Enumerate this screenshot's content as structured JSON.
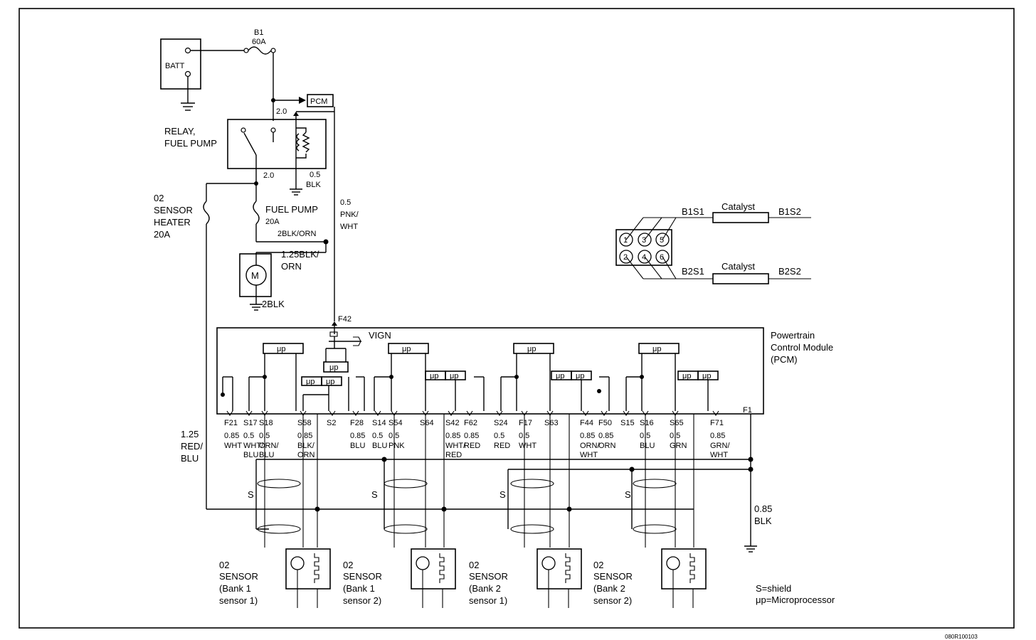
{
  "battery": {
    "label": "BATT"
  },
  "fuse_main": {
    "name": "B1",
    "rating": "60A"
  },
  "pcm_tag": "PCM",
  "relay": {
    "label_line1": "RELAY,",
    "label_line2": "FUEL PUMP",
    "wire_in": "2.0",
    "wire_out": "2.0",
    "ground_gauge": "0.5",
    "ground_color": "BLK"
  },
  "fuse_o2": {
    "line1": "02",
    "line2": "SENSOR",
    "line3": "HEATER",
    "line4": "20A"
  },
  "fuse_pump": {
    "line1": "FUEL PUMP",
    "line2": "20A",
    "wire": "2BLK/ORN"
  },
  "pnk_wire": {
    "gauge": "0.5",
    "color1": "PNK/",
    "color2": "WHT"
  },
  "motor": {
    "symbol": "M",
    "wire_in1": "1.25BLK/",
    "wire_in2": "ORN",
    "ground": "2BLK"
  },
  "catalyst_diagram": {
    "cylinders": [
      "1",
      "3",
      "5",
      "2",
      "4",
      "6"
    ],
    "top_left": "B1S1",
    "top_cat": "Catalyst",
    "top_right": "B1S2",
    "bottom_left": "B2S1",
    "bottom_cat": "Catalyst",
    "bottom_right": "B2S2"
  },
  "pcm": {
    "title1": "Powertrain",
    "title2": "Control Module",
    "title3": "(PCM)",
    "feed_pin": "F42",
    "ign_label": "VIGN",
    "ground_pin": "F1",
    "mp": "μp"
  },
  "pins": [
    {
      "id": "F21",
      "gauge": "0.85",
      "color": "WHT"
    },
    {
      "id": "S17",
      "gauge": "0.5",
      "color": "WHT/ BLU"
    },
    {
      "id": "S18",
      "gauge": "0.5",
      "color": "ORN/ BLU"
    },
    {
      "id": "S58",
      "gauge": "0.85",
      "color": "BLK/ ORN"
    },
    {
      "id": "S2",
      "gauge": "",
      "color": ""
    },
    {
      "id": "F28",
      "gauge": "0.85",
      "color": "BLU"
    },
    {
      "id": "S14",
      "gauge": "0.5",
      "color": "BLU"
    },
    {
      "id": "S54",
      "gauge": "0.5",
      "color": "PNK"
    },
    {
      "id": "S64",
      "gauge": "",
      "color": ""
    },
    {
      "id": "S42",
      "gauge": "0.85",
      "color": "WHT/ RED"
    },
    {
      "id": "F62",
      "gauge": "0.85",
      "color": "RED"
    },
    {
      "id": "S24",
      "gauge": "0.5",
      "color": "RED"
    },
    {
      "id": "F17",
      "gauge": "0.5",
      "color": "WHT"
    },
    {
      "id": "S63",
      "gauge": "",
      "color": ""
    },
    {
      "id": "F44",
      "gauge": "0.85",
      "color": "ORN/ WHT"
    },
    {
      "id": "F50",
      "gauge": "0.85",
      "color": "ORN"
    },
    {
      "id": "S15",
      "gauge": "",
      "color": ""
    },
    {
      "id": "S16",
      "gauge": "0.5",
      "color": "BLU"
    },
    {
      "id": "S65",
      "gauge": "0.5",
      "color": "GRN"
    },
    {
      "id": "F71",
      "gauge": "0.85",
      "color": "GRN/ WHT"
    }
  ],
  "heater_wire": {
    "gauge": "1.25",
    "color1": "RED/",
    "color2": "BLU"
  },
  "shield_mark": "S",
  "ground_wire": {
    "gauge": "0.85",
    "color": "BLK"
  },
  "sensors": [
    {
      "line1": "02",
      "line2": "SENSOR",
      "line3": "(Bank 1",
      "line4": "sensor 1)"
    },
    {
      "line1": "02",
      "line2": "SENSOR",
      "line3": "(Bank 1",
      "line4": "sensor 2)"
    },
    {
      "line1": "02",
      "line2": "SENSOR",
      "line3": "(Bank 2",
      "line4": "sensor 1)"
    },
    {
      "line1": "02",
      "line2": "SENSOR",
      "line3": "(Bank 2",
      "line4": "sensor 2)"
    }
  ],
  "legend": {
    "shield": "S=shield",
    "mp": "μp=Microprocessor"
  },
  "doc_code": "080R100103"
}
